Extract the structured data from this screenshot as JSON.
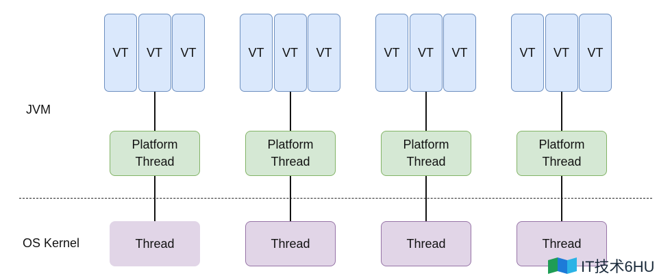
{
  "labels": {
    "jvm": "JVM",
    "os_kernel": "OS Kernel"
  },
  "columns": [
    {
      "vts": [
        "VT",
        "VT",
        "VT"
      ],
      "platform_thread": [
        "Platform",
        "Thread"
      ],
      "os_thread": "Thread"
    },
    {
      "vts": [
        "VT",
        "VT",
        "VT"
      ],
      "platform_thread": [
        "Platform",
        "Thread"
      ],
      "os_thread": "Thread"
    },
    {
      "vts": [
        "VT",
        "VT",
        "VT"
      ],
      "platform_thread": [
        "Platform",
        "Thread"
      ],
      "os_thread": "Thread"
    },
    {
      "vts": [
        "VT",
        "VT",
        "VT"
      ],
      "platform_thread": [
        "Platform",
        "Thread"
      ],
      "os_thread": "Thread"
    }
  ],
  "watermark": {
    "text": "IT技术6HU"
  },
  "colors": {
    "vt_fill": "#dae8fc",
    "vt_stroke": "#6c8ebf",
    "platform_fill": "#d5e8d4",
    "platform_stroke": "#82b366",
    "os_fill": "#e1d5e7",
    "os_stroke": "#9673a6"
  }
}
